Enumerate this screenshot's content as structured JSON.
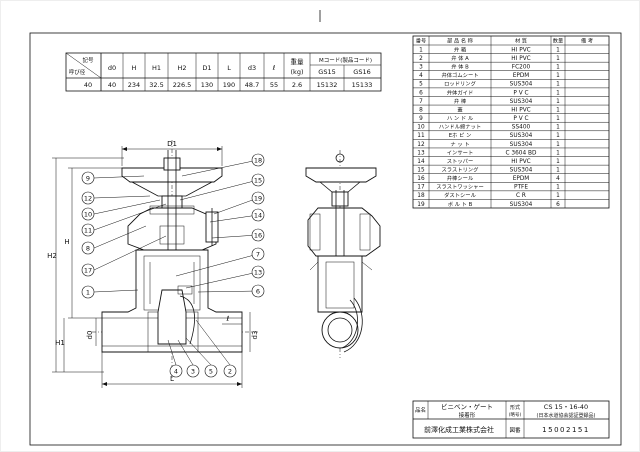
{
  "dims_table": {
    "header_code": "記号",
    "header_size": "呼び径",
    "columns": [
      "d0",
      "H",
      "H1",
      "H2",
      "D1",
      "L",
      "d3",
      "ℓ",
      "重量",
      "(kg)"
    ],
    "m_code_title": "Mコード(製品コード)",
    "m_code_cols": [
      "GS15",
      "GS16"
    ],
    "row": [
      "40",
      "40",
      "234",
      "32.5",
      "226.5",
      "130",
      "190",
      "48.7",
      "55",
      "2.6",
      "15132",
      "15133"
    ]
  },
  "parts_table": {
    "headers": [
      "番号",
      "部 品 名 称",
      "材 質",
      "数量",
      "備 考"
    ],
    "rows": [
      [
        "1",
        "弁 箱",
        "HI PVC",
        "1"
      ],
      [
        "2",
        "弁 体 A",
        "HI PVC",
        "1"
      ],
      [
        "3",
        "弁 体 B",
        "FC200",
        "1"
      ],
      [
        "4",
        "弁体ゴムシート",
        "EPDM",
        "1"
      ],
      [
        "5",
        "ロッドリング",
        "SUS304",
        "1"
      ],
      [
        "6",
        "弁体ガイド",
        "P V C",
        "1"
      ],
      [
        "7",
        "弁 棒",
        "SUS304",
        "1"
      ],
      [
        "8",
        "蓋",
        "HI PVC",
        "1"
      ],
      [
        "9",
        "ハ ン ド ル",
        "P V C",
        "1"
      ],
      [
        "10",
        "ハンドル締ナット",
        "SS400",
        "1"
      ],
      [
        "11",
        "Eホ ピ ン",
        "SUS304",
        "1"
      ],
      [
        "12",
        "ナ ッ ト",
        "SUS304",
        "1"
      ],
      [
        "13",
        "インサート",
        "C 3604 BD",
        "1"
      ],
      [
        "14",
        "ストッパー",
        "HI PVC",
        "1"
      ],
      [
        "15",
        "スラストリング",
        "SUS304",
        "1"
      ],
      [
        "16",
        "弁棒シール",
        "EPDM",
        "4"
      ],
      [
        "17",
        "スラストワッシャー",
        "PTFE",
        "1"
      ],
      [
        "18",
        "ダストシール",
        "C R",
        "1"
      ],
      [
        "19",
        "ボ ル ト B",
        "SUS304",
        "6"
      ]
    ]
  },
  "dimension_labels": {
    "D1": "D1",
    "H": "H",
    "H2": "H2",
    "H1": "H1",
    "d0": "d0",
    "d3": "d3",
    "l": "ℓ",
    "L": "L"
  },
  "balloons": {
    "left": [
      "9",
      "12",
      "10",
      "11",
      "8",
      "17",
      "1"
    ],
    "right": [
      "18",
      "15",
      "19",
      "14",
      "16",
      "7",
      "13",
      "6"
    ],
    "bottom": [
      "4",
      "3",
      "5",
      "2"
    ]
  },
  "title_block": {
    "name_label": "品名",
    "name": "ビニベン・ゲート",
    "name_sub": "接着形",
    "type_label": "形式",
    "type_label_sub": "(略号)",
    "type_value": "CS 15・16-40",
    "type_value_sub": "(日本水道協会認証登録品)",
    "company": "前澤化成工業株式会社",
    "drawing_label": "図番",
    "drawing_no": "15002151"
  }
}
